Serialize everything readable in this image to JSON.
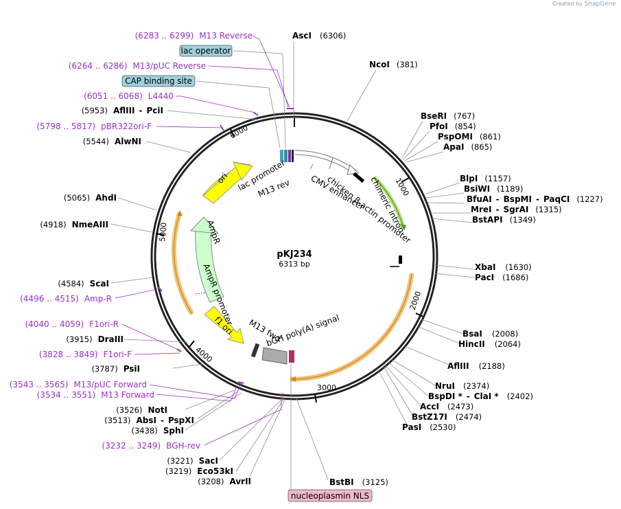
{
  "credit": {
    "prefix": "Created by",
    "brand": "SnapGene"
  },
  "plasmid": {
    "name": "pKJ234",
    "size_label": "6313 bp"
  },
  "ticks": [
    "1000",
    "2000",
    "3000",
    "4000",
    "5000",
    "6000"
  ],
  "enzymes": [
    {
      "name": "AscI",
      "pos": "(6306)"
    },
    {
      "name": "NcoI",
      "pos": "(381)"
    },
    {
      "name": "BseRI",
      "pos": "(767)"
    },
    {
      "name": "PfoI",
      "pos": "(854)"
    },
    {
      "name": "PspOMI",
      "pos": "(861)"
    },
    {
      "name": "ApaI",
      "pos": "(865)"
    },
    {
      "name": "BlpI",
      "pos": "(1157)"
    },
    {
      "name": "BsiWI",
      "pos": "(1189)"
    },
    {
      "name": "BfuAI",
      "name2": "BspMI",
      "name3": "PaqCI",
      "pos": "(1227)"
    },
    {
      "name": "MreI",
      "name2": "SgrAI",
      "pos": "(1315)"
    },
    {
      "name": "BstAPI",
      "pos": "(1349)"
    },
    {
      "name": "XbaI",
      "pos": "(1630)"
    },
    {
      "name": "PacI",
      "pos": "(1686)"
    },
    {
      "name": "BsaI",
      "pos": "(2008)"
    },
    {
      "name": "HincII",
      "pos": "(2064)"
    },
    {
      "name": "AflIII",
      "pos": "(2188)"
    },
    {
      "name": "NruI",
      "pos": "(2374)"
    },
    {
      "name": "BspDI *",
      "name2": "ClaI *",
      "pos": "(2402)"
    },
    {
      "name": "AccI",
      "pos": "(2473)"
    },
    {
      "name": "BstZ17I",
      "pos": "(2474)"
    },
    {
      "name": "PasI",
      "pos": "(2530)"
    },
    {
      "name": "BstBI",
      "pos": "(3125)"
    },
    {
      "name": "AvrII",
      "pos": "(3208)"
    },
    {
      "name": "Eco53kI",
      "pos": "(3219)"
    },
    {
      "name": "SacI",
      "pos": "(3221)"
    },
    {
      "name": "SphI",
      "pos": "(3438)"
    },
    {
      "name": "AbsI",
      "name2": "PspXI",
      "pos": "(3513)"
    },
    {
      "name": "NotI",
      "pos": "(3526)"
    },
    {
      "name": "PsiI",
      "pos": "(3787)"
    },
    {
      "name": "DraIII",
      "pos": "(3915)"
    },
    {
      "name": "ScaI",
      "pos": "(4584)"
    },
    {
      "name": "NmeAIII",
      "pos": "(4918)"
    },
    {
      "name": "AhdI",
      "pos": "(5065)"
    },
    {
      "name": "AlwNI",
      "pos": "(5544)"
    },
    {
      "name": "AflIII",
      "name2": "PciI",
      "pos": "(5953)"
    }
  ],
  "primers": [
    {
      "range": "(6283 .. 6299)",
      "name": "M13 Reverse"
    },
    {
      "range": "(6264 .. 6286)",
      "name": "M13/pUC Reverse"
    },
    {
      "range": "(6051 .. 6068)",
      "name": "L4440"
    },
    {
      "range": "(5798 .. 5817)",
      "name": "pBR322ori-F"
    },
    {
      "range": "(4496 .. 4515)",
      "name": "Amp-R"
    },
    {
      "range": "(4040 .. 4059)",
      "name": "F1ori-R"
    },
    {
      "range": "(3828 .. 3849)",
      "name": "F1ori-F"
    },
    {
      "range": "(3543 .. 3565)",
      "name": "M13/pUC Forward"
    },
    {
      "range": "(3534 .. 3551)",
      "name": "M13 Forward"
    },
    {
      "range": "(3232 .. 3249)",
      "name": "BGH-rev"
    }
  ],
  "boxed_features": [
    {
      "name": "lac operator",
      "color": "#9fd0dc"
    },
    {
      "name": "CAP binding site",
      "color": "#9fd0dc"
    },
    {
      "name": "nucleoplasmin NLS",
      "color": "#f0b8c8"
    }
  ],
  "inner_features": {
    "lac_promoter": "lac promoter",
    "m13_rev": "M13 rev",
    "cmv_enhancer": "CMV enhancer",
    "chicken_actin_promoter": "chicken β-actin promoter",
    "chimeric_intron": "chimeric intron",
    "ori": "ori",
    "ampr": "AmpR",
    "ampr_promoter": "AmpR promoter",
    "f1_ori": "f1 ori",
    "m13_fwd": "M13 fwd",
    "bgh_polya": "bGH poly(A) signal"
  },
  "colors": {
    "primer": "#9b30c8",
    "ori": "#ffff00",
    "ampr": "#ccffcc",
    "highlight": "#f2c47a",
    "intron": "#7cc52b",
    "backbone": "#222222"
  }
}
